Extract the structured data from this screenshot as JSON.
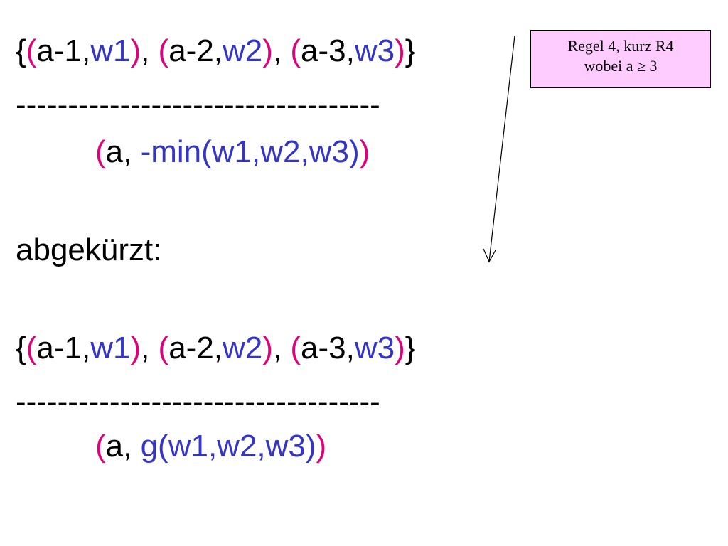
{
  "formula1": {
    "open_brace": "{",
    "p1_open": "(",
    "p1_a": "a-1,",
    "p1_w": "w1",
    "p1_close": ")",
    "sep1": ", ",
    "p2_open": "(",
    "p2_a": "a-2,",
    "p2_w": "w2",
    "p2_close": ")",
    "sep2": ", ",
    "p3_open": "(",
    "p3_a": "a-3,",
    "p3_w": "w3",
    "p3_close": ")",
    "close_brace": "}"
  },
  "divider1": "-----------------------------------",
  "result1": {
    "open": "(",
    "a": "a, ",
    "expr": "-min(w1,w2,w3)",
    "close": ")"
  },
  "abbrev_label": "abgekürzt:",
  "formula2": {
    "open_brace": "{",
    "p1_open": "(",
    "p1_a": "a-1,",
    "p1_w": "w1",
    "p1_close": ")",
    "sep1": ", ",
    "p2_open": "(",
    "p2_a": "a-2,",
    "p2_w": "w2",
    "p2_close": ")",
    "sep2": ", ",
    "p3_open": "(",
    "p3_a": "a-3,",
    "p3_w": "w3",
    "p3_close": ")",
    "close_brace": "}"
  },
  "divider2": "-----------------------------------",
  "result2": {
    "open": "(",
    "a": "a, ",
    "expr": "g(w1,w2,w3)",
    "close": ")"
  },
  "note": {
    "line1": "Regel 4, kurz R4",
    "line2": "wobei a ≥ 3"
  },
  "colors": {
    "pink": "#e0007a",
    "blue": "#3434c8",
    "note_bg": "#ffccff"
  }
}
